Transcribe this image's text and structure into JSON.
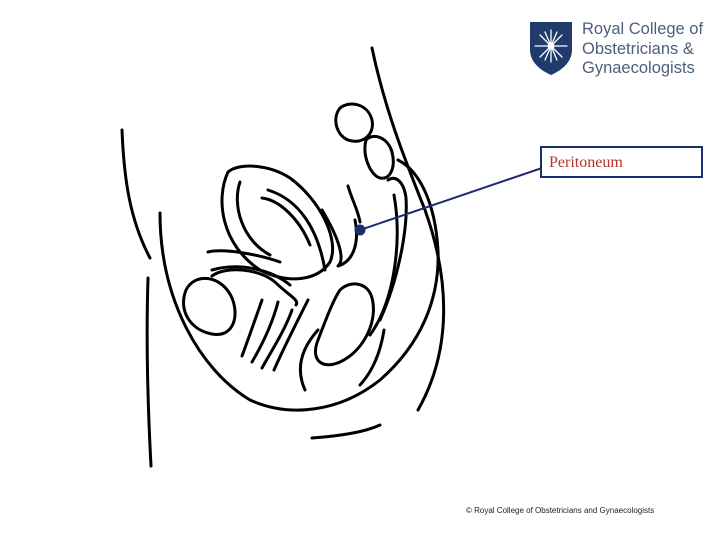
{
  "logo": {
    "line1": "Royal College of",
    "line2": "Obstetricians &",
    "line3": "Gynaecologists",
    "shield_color": "#1f3a6b",
    "text_color": "#4d5f7a"
  },
  "callout": {
    "label": "Peritoneum",
    "border_color": "#1c2d6e",
    "text_color": "#b3332a",
    "pointer_color": "#1c2d6e"
  },
  "footer": {
    "copyright": "© Royal College of Obstetricians and Gynaecologists"
  }
}
